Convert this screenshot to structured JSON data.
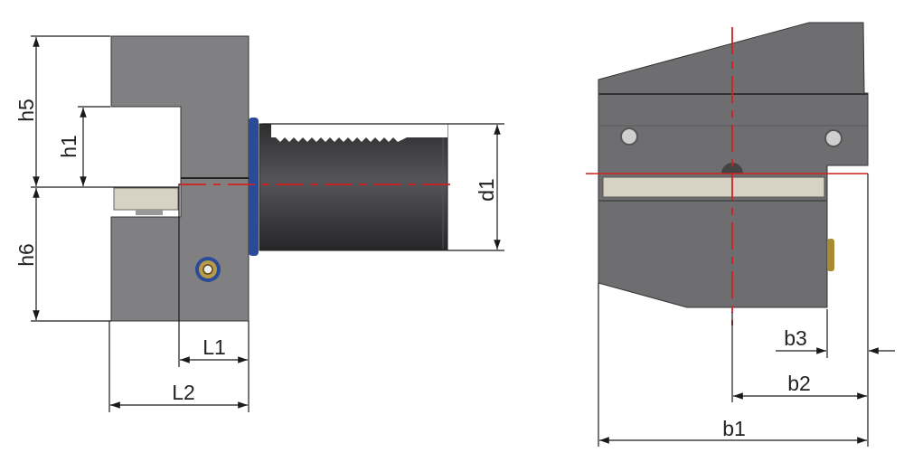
{
  "drawing": {
    "front_view": {
      "dimensions": {
        "h5": "h5",
        "h1": "h1",
        "h6": "h6",
        "d1": "d1",
        "L1": "L1",
        "L2": "L2"
      }
    },
    "side_view": {
      "dimensions": {
        "b1": "b1",
        "b2": "b2",
        "b3": "b3"
      }
    },
    "colors": {
      "body": "#7a7a7c",
      "shank": "#3a3a3c",
      "ring": "#2a4a9a",
      "insert": "#d8d2c4",
      "centerline": "#d42020"
    }
  }
}
